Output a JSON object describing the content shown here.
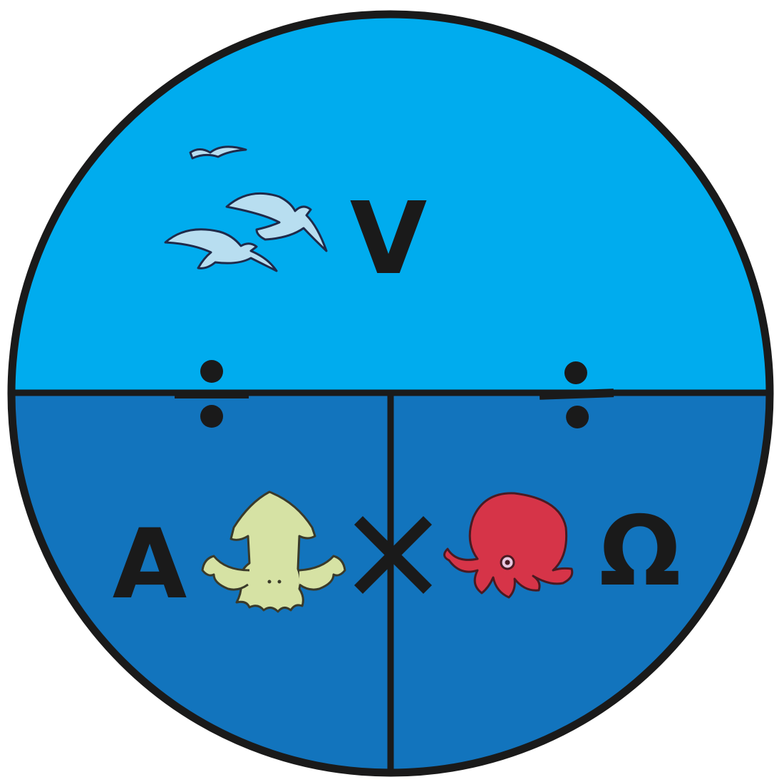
{
  "labels": {
    "top": "V",
    "bottom_left": "A",
    "bottom_right": "Ω",
    "multiply": "×"
  },
  "colors": {
    "sky": "#00ACEE",
    "sea": "#1274BD",
    "outline": "#1a1a1a",
    "squid": "#D6E2A4",
    "octopus": "#D63448",
    "gull": "#B8DEF0"
  },
  "icons": {
    "top": "seagulls-icon",
    "bottom_left": "squid-icon",
    "bottom_right": "octopus-icon",
    "divide_left": "divide-icon",
    "divide_right": "divide-icon"
  }
}
